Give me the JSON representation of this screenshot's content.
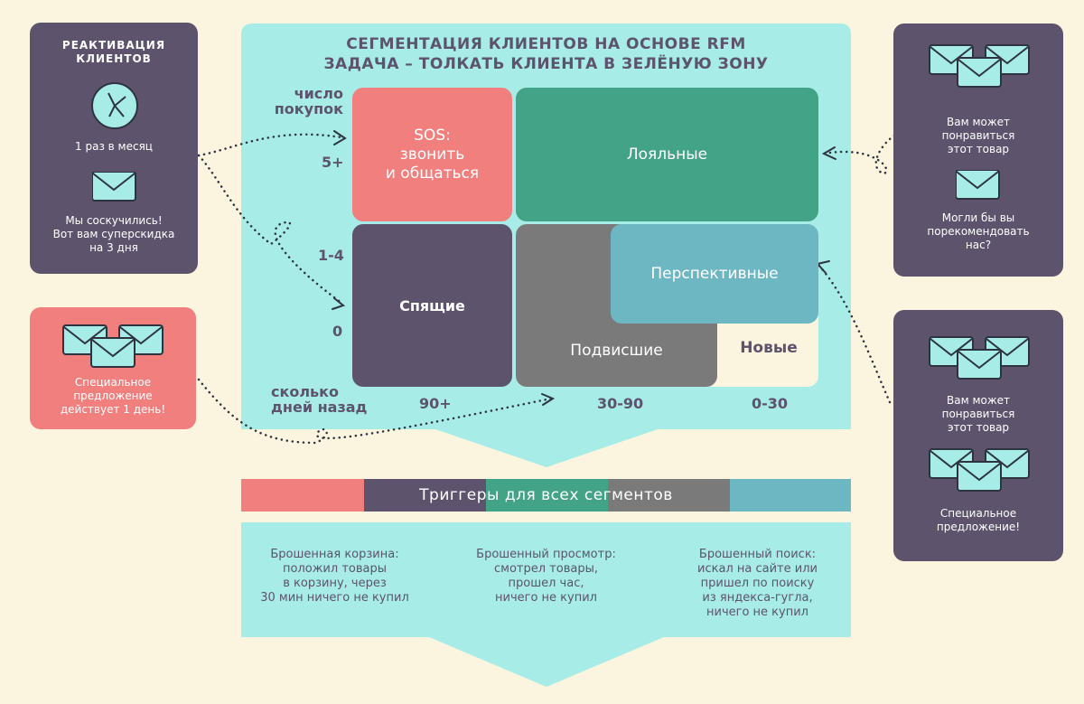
{
  "main": {
    "title_line1": "СЕГМЕНТАЦИЯ КЛИЕНТОВ НА ОСНОВЕ RFM",
    "title_line2": "ЗАДАЧА – ТОЛКАТЬ КЛИЕНТА В ЗЕЛЁНУЮ ЗОНУ",
    "y_axis_label_line1": "число",
    "y_axis_label_line2": "покупок",
    "y_ticks": [
      "5+",
      "1-4",
      "0"
    ],
    "x_axis_label_line1": "сколько",
    "x_axis_label_line2": "дней назад",
    "x_ticks": [
      "90+",
      "30-90",
      "0-30"
    ]
  },
  "segments": {
    "sos_line1": "SOS:",
    "sos_line2": "звонить",
    "sos_line3": "и общаться",
    "loyal": "Лояльные",
    "sleeping": "Спящие",
    "perspective": "Перспективные",
    "hanging": "Подвисшие",
    "new": "Новые"
  },
  "left_top": {
    "title_line1": "РЕАКТИВАЦИЯ",
    "title_line2": "КЛИЕНТОВ",
    "clock_caption": "1 раз в месяц",
    "mail_line1": "Мы соскучились!",
    "mail_line2": "Вот вам суперскидка",
    "mail_line3": "на 3 дня"
  },
  "left_bottom": {
    "line1": "Специальное",
    "line2": "предложение",
    "line3": "действует 1 день!"
  },
  "right_top": {
    "msg1_line1": "Вам может",
    "msg1_line2": "понравиться",
    "msg1_line3": "этот товар",
    "msg2_line1": "Могли бы вы",
    "msg2_line2": "порекомендовать",
    "msg2_line3": "нас?"
  },
  "right_bottom": {
    "msg1_line1": "Вам может",
    "msg1_line2": "понравиться",
    "msg1_line3": "этот товар",
    "msg2_line1": "Специальное",
    "msg2_line2": "предложение!"
  },
  "triggers": {
    "title": "Триггеры для всех сегментов",
    "t1": [
      "Брошенная корзина:",
      "положил товары",
      "в корзину, через",
      "30 мин ничего не купил"
    ],
    "t2": [
      "Брошенный просмотр:",
      "смотрел товары,",
      "прошел час,",
      "ничего не купил"
    ],
    "t3": [
      "Брошенный поиск:",
      "искал на сайте или",
      "пришел по поиску",
      "из яндекса-гугла,",
      "ничего не купил"
    ]
  },
  "colors": {
    "purple": "#5d536d",
    "coral": "#f07f7d",
    "green": "#43a387",
    "teal_light": "#a7ece6",
    "blue": "#6db7c2",
    "gray": "#7a7a7a",
    "cream": "#fbf5df"
  }
}
